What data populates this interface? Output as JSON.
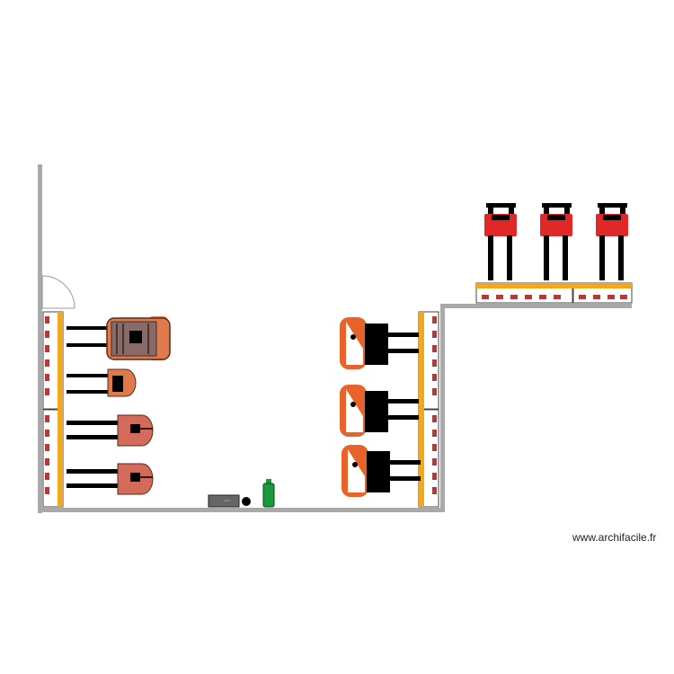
{
  "watermark": {
    "text": "www.archifacile.fr"
  },
  "colors": {
    "wall": "#a9a9a9",
    "rack_beam": "#f2a81d",
    "rack_pallet": "#b23a3a",
    "forklift_orange": "#e8632a",
    "forklift_tan": "#e07a4a",
    "forklift_salmon": "#d46a5a",
    "stacker_red": "#e02828",
    "fork": "#000000",
    "cabinet": "#666666",
    "extinguisher": "#1a9a3a"
  },
  "equipment": {
    "left_vehicles": [
      {
        "kind": "counterbalance-forklift"
      },
      {
        "kind": "reach-truck"
      },
      {
        "kind": "pallet-truck"
      },
      {
        "kind": "pallet-truck"
      }
    ],
    "right_vehicles": [
      {
        "kind": "electric-forklift"
      },
      {
        "kind": "electric-forklift"
      },
      {
        "kind": "electric-forklift"
      }
    ],
    "stackers": [
      {
        "kind": "stacker"
      },
      {
        "kind": "stacker"
      },
      {
        "kind": "stacker"
      }
    ]
  }
}
